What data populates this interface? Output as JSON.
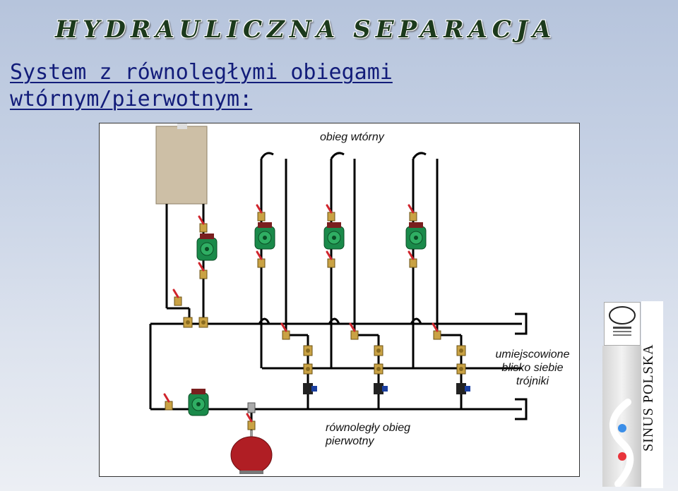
{
  "header": {
    "title": "HYDRAULICZNA SEPARACJA",
    "subtitle_line1": "System z równoległymi obiegami",
    "subtitle_line2": "wtórnym/pierwotnym:"
  },
  "diagram": {
    "label_secondary": "obieg wtórny",
    "label_primary_line1": "równoległy obieg",
    "label_primary_line2": "pierwotny",
    "label_tees_line1": "umiejscowione",
    "label_tees_line2": "blisko siebie",
    "label_tees_line3": "trójniki",
    "colors": {
      "pipe": "#000000",
      "valve_handle": "#d0242c",
      "pump_body": "#1a8a4a",
      "expansion_vessel": "#b01e24",
      "boiler": "#cdbfa6"
    }
  },
  "branding": {
    "company": "SINUS POLSKA",
    "certificate_icon": "tuv-certificate-icon",
    "logo_icon": "sinus-s-logo-icon"
  }
}
